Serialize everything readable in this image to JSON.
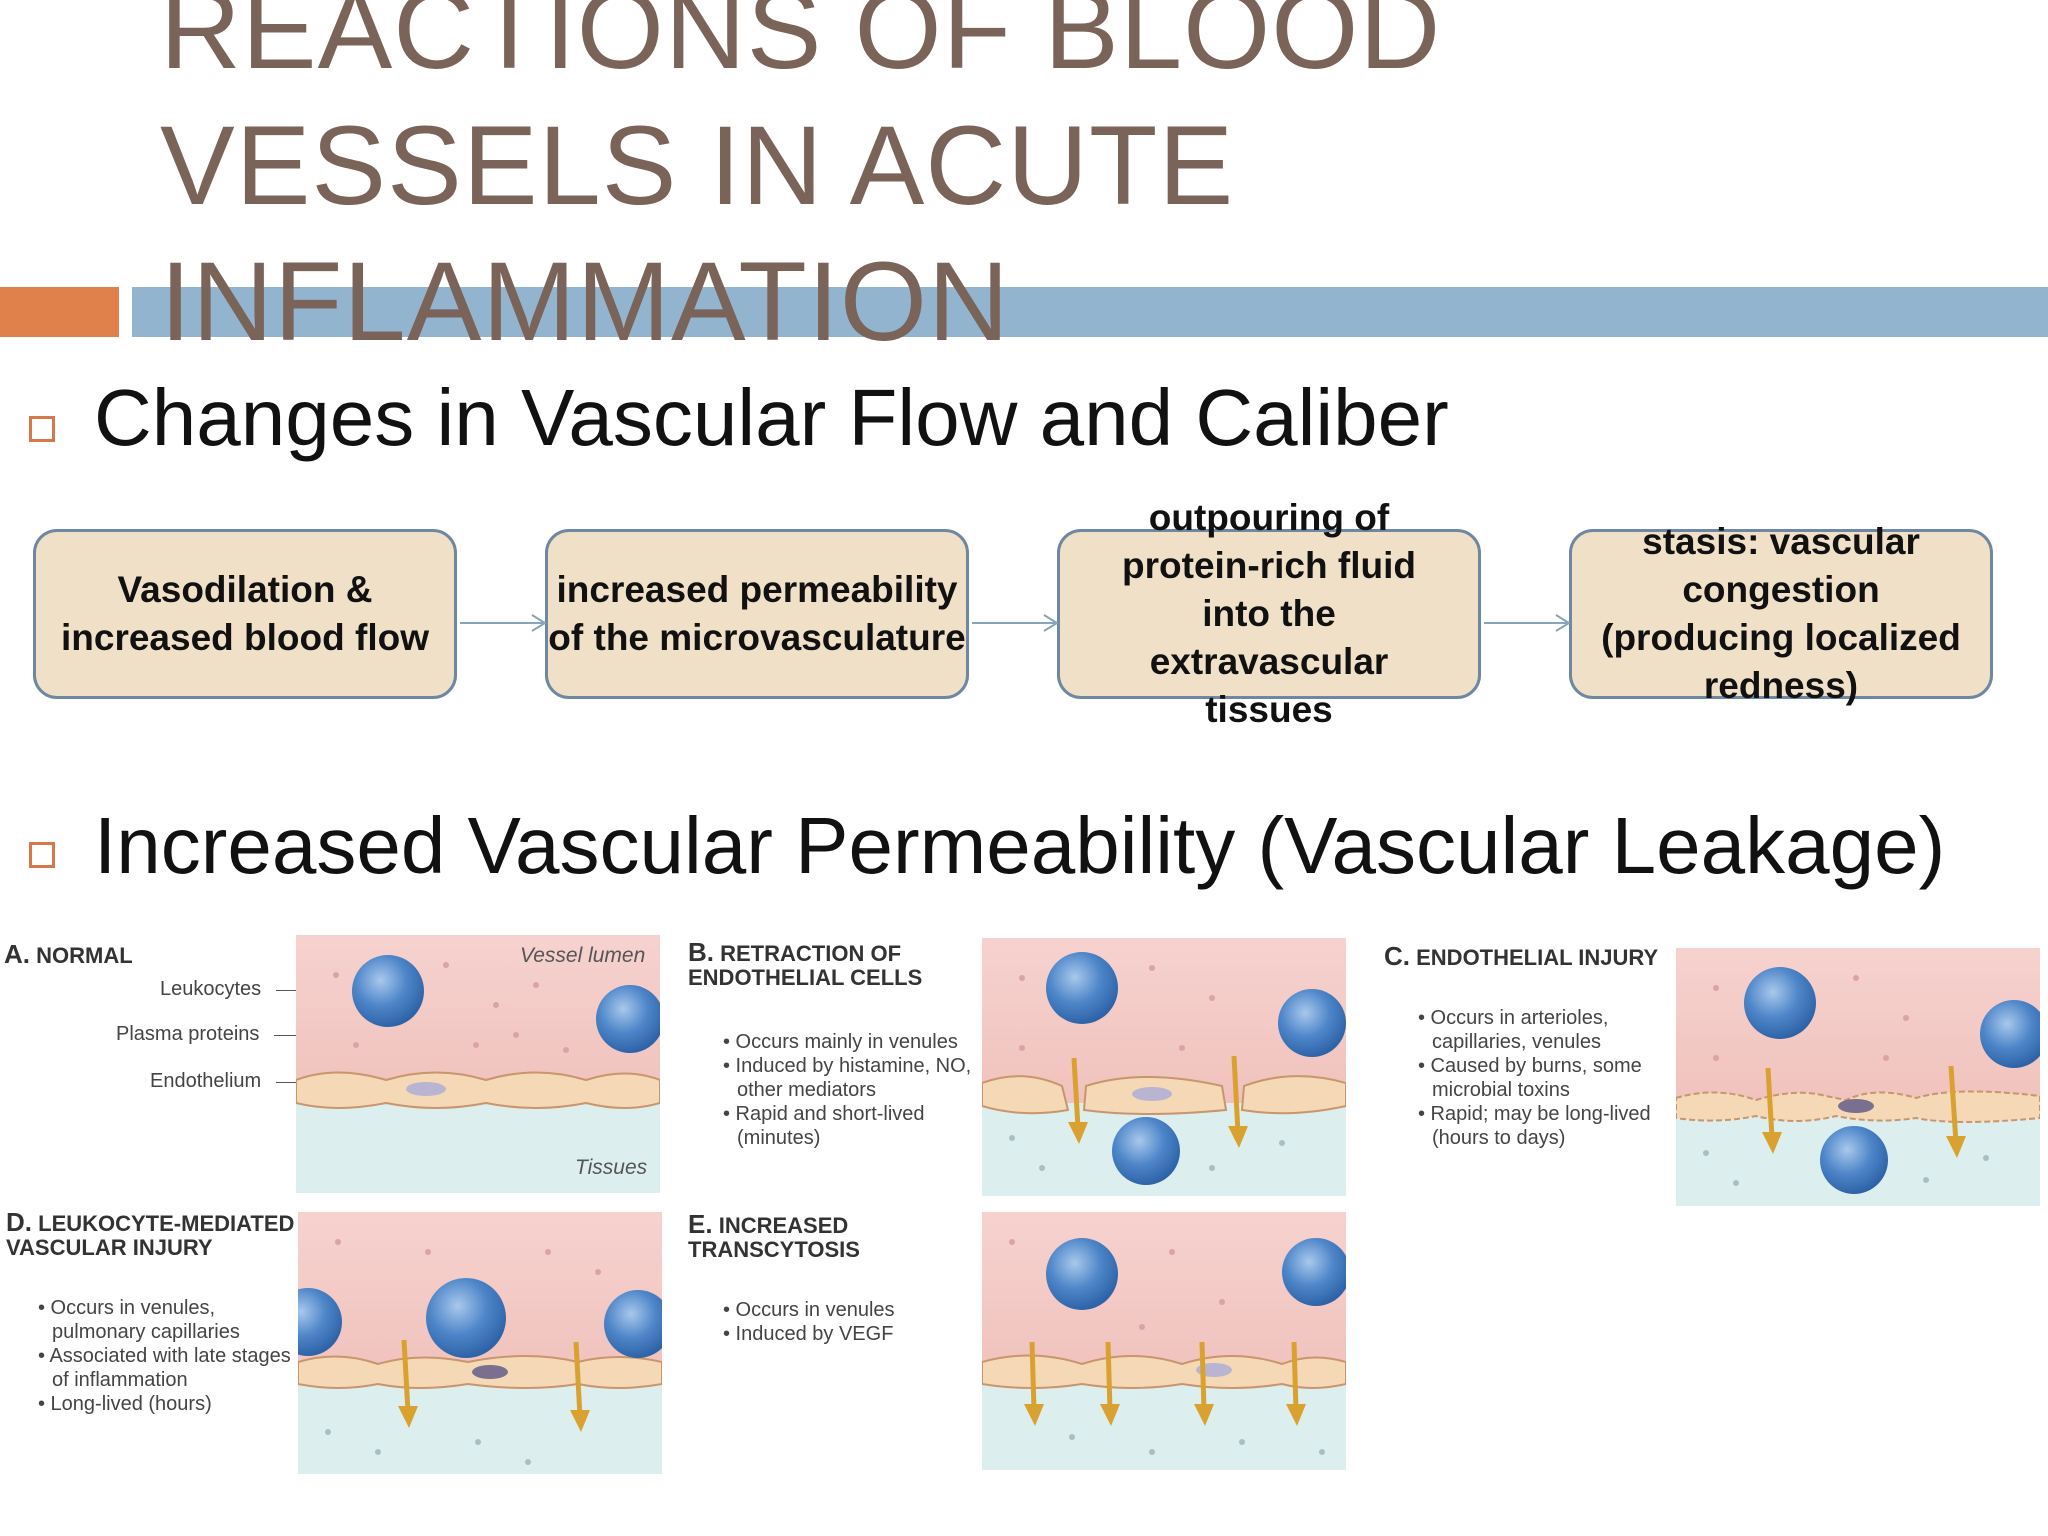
{
  "slide": {
    "title": "REACTIONS OF BLOOD VESSELS IN ACUTE INFLAMMATION",
    "heading1": "Changes in Vascular Flow and Caliber",
    "heading2": "Increased Vascular Permeability (Vascular Leakage)",
    "accent_colors": {
      "orange": "#e0804a",
      "blue": "#93b4cf",
      "title": "#7a6358"
    }
  },
  "flow": [
    "Vasodilation & increased blood flow",
    "increased permeability of the microvasculature",
    "outpouring of protein-rich fluid into the extravascular tissues",
    "stasis: vascular congestion (producing localized redness)"
  ],
  "figure": {
    "panelA": {
      "letter": "A.",
      "name": "NORMAL",
      "labels": {
        "leukocytes": "Leukocytes",
        "plasma": "Plasma proteins",
        "endothelium": "Endothelium",
        "lumen": "Vessel lumen",
        "tissues": "Tissues"
      }
    },
    "panelB": {
      "letter": "B.",
      "name": "RETRACTION OF ENDOTHELIAL CELLS",
      "notes": [
        "Occurs mainly in venules",
        "Induced by histamine, NO, other mediators",
        "Rapid and short-lived (minutes)"
      ]
    },
    "panelC": {
      "letter": "C.",
      "name": "ENDOTHELIAL INJURY",
      "notes": [
        "Occurs in arterioles, capillaries, venules",
        "Caused by burns, some microbial toxins",
        "Rapid; may be long-lived (hours to days)"
      ]
    },
    "panelD": {
      "letter": "D.",
      "name": "LEUKOCYTE-MEDIATED VASCULAR INJURY",
      "notes": [
        "Occurs in venules, pulmonary capillaries",
        "Associated with late stages of inflammation",
        "Long-lived (hours)"
      ]
    },
    "panelE": {
      "letter": "E.",
      "name": "INCREASED TRANSCYTOSIS",
      "notes": [
        "Occurs in venules",
        "Induced by VEGF"
      ]
    }
  }
}
